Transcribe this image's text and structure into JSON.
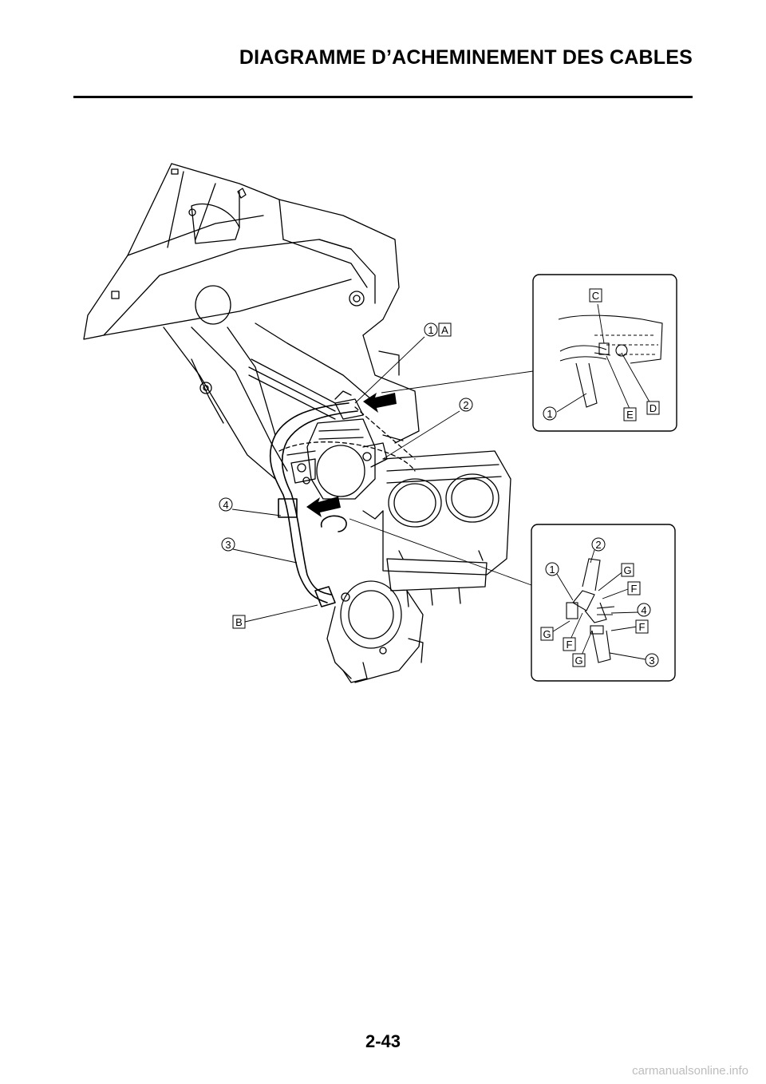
{
  "header": {
    "title": "DIAGRAMME D’ACHEMINEMENT DES CABLES"
  },
  "page": {
    "number": "2-43"
  },
  "watermark": "carmanualsonline.info",
  "callouts": {
    "n1": "1",
    "n2": "2",
    "n3": "3",
    "n4": "4",
    "A": "A",
    "B": "B",
    "C": "C",
    "D": "D",
    "E": "E",
    "F": "F",
    "G": "G"
  }
}
